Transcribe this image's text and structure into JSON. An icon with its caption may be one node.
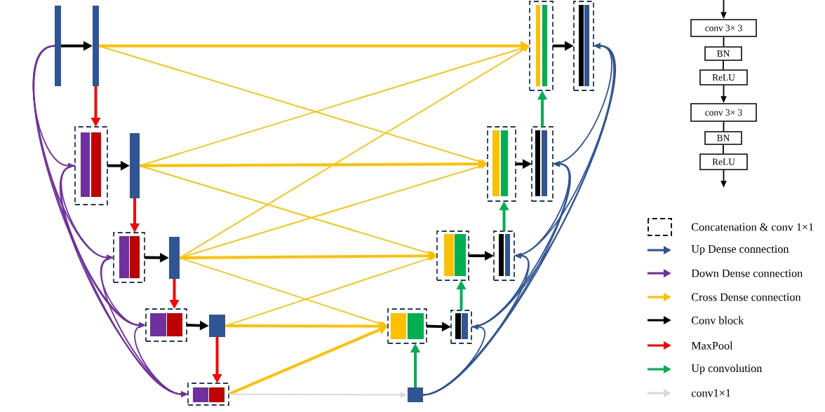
{
  "diagram": {
    "nodes": [
      {
        "text": [],
        "shape": "bar"
      },
      {
        "text": [],
        "shape": "bar"
      },
      {
        "text": [],
        "shape": "box"
      },
      {
        "text": [],
        "shape": "bar"
      },
      {
        "text": [],
        "shape": "box"
      },
      {
        "text": [],
        "shape": "bar"
      },
      {
        "text": [],
        "shape": "box"
      },
      {
        "text": [],
        "shape": "bar"
      },
      {
        "text": [],
        "shape": "box"
      },
      {
        "text": [],
        "shape": "bar"
      },
      {
        "text": [],
        "shape": "box"
      },
      {
        "text": [],
        "shape": "box"
      },
      {
        "text": [],
        "shape": "box"
      },
      {
        "text": [],
        "shape": "box"
      },
      {
        "text": [],
        "shape": "box"
      },
      {
        "text": [],
        "shape": "box"
      },
      {
        "text": [],
        "shape": "box"
      },
      {
        "text": [],
        "shape": "box"
      },
      {
        "text": [
          "conv 3× 3"
        ]
      },
      {
        "text": [
          "BN"
        ]
      },
      {
        "text": [
          "ReLU"
        ]
      },
      {
        "text": [
          "conv 3× 3"
        ]
      },
      {
        "text": [
          "BN"
        ]
      },
      {
        "text": [
          "ReLU"
        ]
      }
    ],
    "edges": [
      {
        "from": 0,
        "to": 1,
        "arrow": "to",
        "style": "thick",
        "color": "#000000"
      },
      {
        "from": 2,
        "to": 3,
        "arrow": "to",
        "style": "thick",
        "color": "#000000"
      },
      {
        "from": 4,
        "to": 5,
        "arrow": "to",
        "style": "thick",
        "color": "#000000"
      },
      {
        "from": 6,
        "to": 7,
        "arrow": "to",
        "style": "thick",
        "color": "#000000"
      },
      {
        "from": 10,
        "to": 11,
        "arrow": "to",
        "style": "thick",
        "color": "#000000"
      },
      {
        "from": 12,
        "to": 13,
        "arrow": "to",
        "style": "thick",
        "color": "#000000"
      },
      {
        "from": 14,
        "to": 15,
        "arrow": "to",
        "style": "thick",
        "color": "#000000"
      },
      {
        "from": 16,
        "to": 17,
        "arrow": "to",
        "style": "thick",
        "color": "#000000"
      },
      {
        "from": 1,
        "to": 2,
        "arrow": "to",
        "style": "thick",
        "color": "#ff0000"
      },
      {
        "from": 3,
        "to": 4,
        "arrow": "to",
        "style": "thick",
        "color": "#ff0000"
      },
      {
        "from": 5,
        "to": 6,
        "arrow": "to",
        "style": "thick",
        "color": "#ff0000"
      },
      {
        "from": 7,
        "to": 8,
        "arrow": "to",
        "style": "thick",
        "color": "#ff0000"
      },
      {
        "from": 0,
        "to": 2,
        "arrow": "to",
        "color": "#7030a0"
      },
      {
        "from": 0,
        "to": 4,
        "arrow": "to",
        "color": "#7030a0"
      },
      {
        "from": 0,
        "to": 6,
        "arrow": "to",
        "color": "#7030a0"
      },
      {
        "from": 0,
        "to": 8,
        "arrow": "to",
        "color": "#7030a0"
      },
      {
        "from": 2,
        "to": 4,
        "arrow": "to",
        "color": "#7030a0"
      },
      {
        "from": 2,
        "to": 6,
        "arrow": "to",
        "color": "#7030a0"
      },
      {
        "from": 2,
        "to": 8,
        "arrow": "to",
        "color": "#7030a0"
      },
      {
        "from": 4,
        "to": 6,
        "arrow": "to",
        "color": "#7030a0"
      },
      {
        "from": 4,
        "to": 8,
        "arrow": "to",
        "color": "#7030a0"
      },
      {
        "from": 6,
        "to": 8,
        "arrow": "to",
        "color": "#7030a0"
      },
      {
        "from": 1,
        "to": 16,
        "arrow": "to",
        "style": "thick",
        "color": "#ffc000"
      },
      {
        "from": 1,
        "to": 14,
        "arrow": "to",
        "color": "#ffc000"
      },
      {
        "from": 3,
        "to": 16,
        "arrow": "to",
        "color": "#ffc000"
      },
      {
        "from": 3,
        "to": 14,
        "arrow": "to",
        "style": "thick",
        "color": "#ffc000"
      },
      {
        "from": 3,
        "to": 12,
        "arrow": "to",
        "color": "#ffc000"
      },
      {
        "from": 5,
        "to": 16,
        "arrow": "to",
        "color": "#ffc000"
      },
      {
        "from": 5,
        "to": 14,
        "arrow": "to",
        "color": "#ffc000"
      },
      {
        "from": 5,
        "to": 12,
        "arrow": "to",
        "style": "thick",
        "color": "#ffc000"
      },
      {
        "from": 5,
        "to": 10,
        "arrow": "to",
        "color": "#ffc000"
      },
      {
        "from": 7,
        "to": 12,
        "arrow": "to",
        "color": "#ffc000"
      },
      {
        "from": 7,
        "to": 10,
        "arrow": "to",
        "style": "thick",
        "color": "#ffc000"
      },
      {
        "from": 8,
        "to": 10,
        "arrow": "to",
        "style": "thick",
        "color": "#ffc000"
      },
      {
        "from": 9,
        "to": 10,
        "arrow": "to",
        "style": "thick",
        "color": "#00b050"
      },
      {
        "from": 11,
        "to": 12,
        "arrow": "to",
        "style": "thick",
        "color": "#00b050"
      },
      {
        "from": 13,
        "to": 14,
        "arrow": "to",
        "style": "thick",
        "color": "#00b050"
      },
      {
        "from": 15,
        "to": 16,
        "arrow": "to",
        "style": "thick",
        "color": "#00b050"
      },
      {
        "from": 8,
        "to": 9,
        "arrow": "to",
        "color": "#d9d9d9"
      },
      {
        "from": 9,
        "to": 11,
        "arrow": "to",
        "color": "#2f5597"
      },
      {
        "from": 9,
        "to": 13,
        "arrow": "to",
        "color": "#2f5597"
      },
      {
        "from": 9,
        "to": 15,
        "arrow": "to",
        "color": "#2f5597"
      },
      {
        "from": 9,
        "to": 17,
        "arrow": "to",
        "color": "#2f5597"
      },
      {
        "from": 11,
        "to": 13,
        "arrow": "to",
        "color": "#2f5597"
      },
      {
        "from": 11,
        "to": 15,
        "arrow": "to",
        "color": "#2f5597"
      },
      {
        "from": 11,
        "to": 17,
        "arrow": "to",
        "color": "#2f5597"
      },
      {
        "from": 13,
        "to": 15,
        "arrow": "to",
        "color": "#2f5597"
      },
      {
        "from": 13,
        "to": 17,
        "arrow": "to",
        "color": "#2f5597"
      },
      {
        "from": 15,
        "to": 17,
        "arrow": "to",
        "color": "#2f5597"
      },
      {
        "from": null,
        "to": 18,
        "arrow": "to",
        "color": "#000000"
      },
      {
        "from": 18,
        "to": 19,
        "arrow": "none",
        "color": "#000000"
      },
      {
        "from": 19,
        "to": 20,
        "arrow": "none",
        "color": "#000000"
      },
      {
        "from": 20,
        "to": 21,
        "arrow": "to",
        "color": "#000000"
      },
      {
        "from": 21,
        "to": 22,
        "arrow": "none",
        "color": "#000000"
      },
      {
        "from": 22,
        "to": 23,
        "arrow": "none",
        "color": "#000000"
      },
      {
        "from": 23,
        "to": null,
        "arrow": "to",
        "color": "#000000"
      }
    ],
    "legend": [
      {
        "text": "Concatenation & conv 1×1"
      },
      {
        "text": "Up Dense connection"
      },
      {
        "text": "Down Dense connection"
      },
      {
        "text": "Cross Dense connection"
      },
      {
        "text": "Conv block"
      },
      {
        "text": "MaxPool"
      },
      {
        "text": "Up convolution"
      },
      {
        "text": "conv1×1"
      }
    ]
  }
}
